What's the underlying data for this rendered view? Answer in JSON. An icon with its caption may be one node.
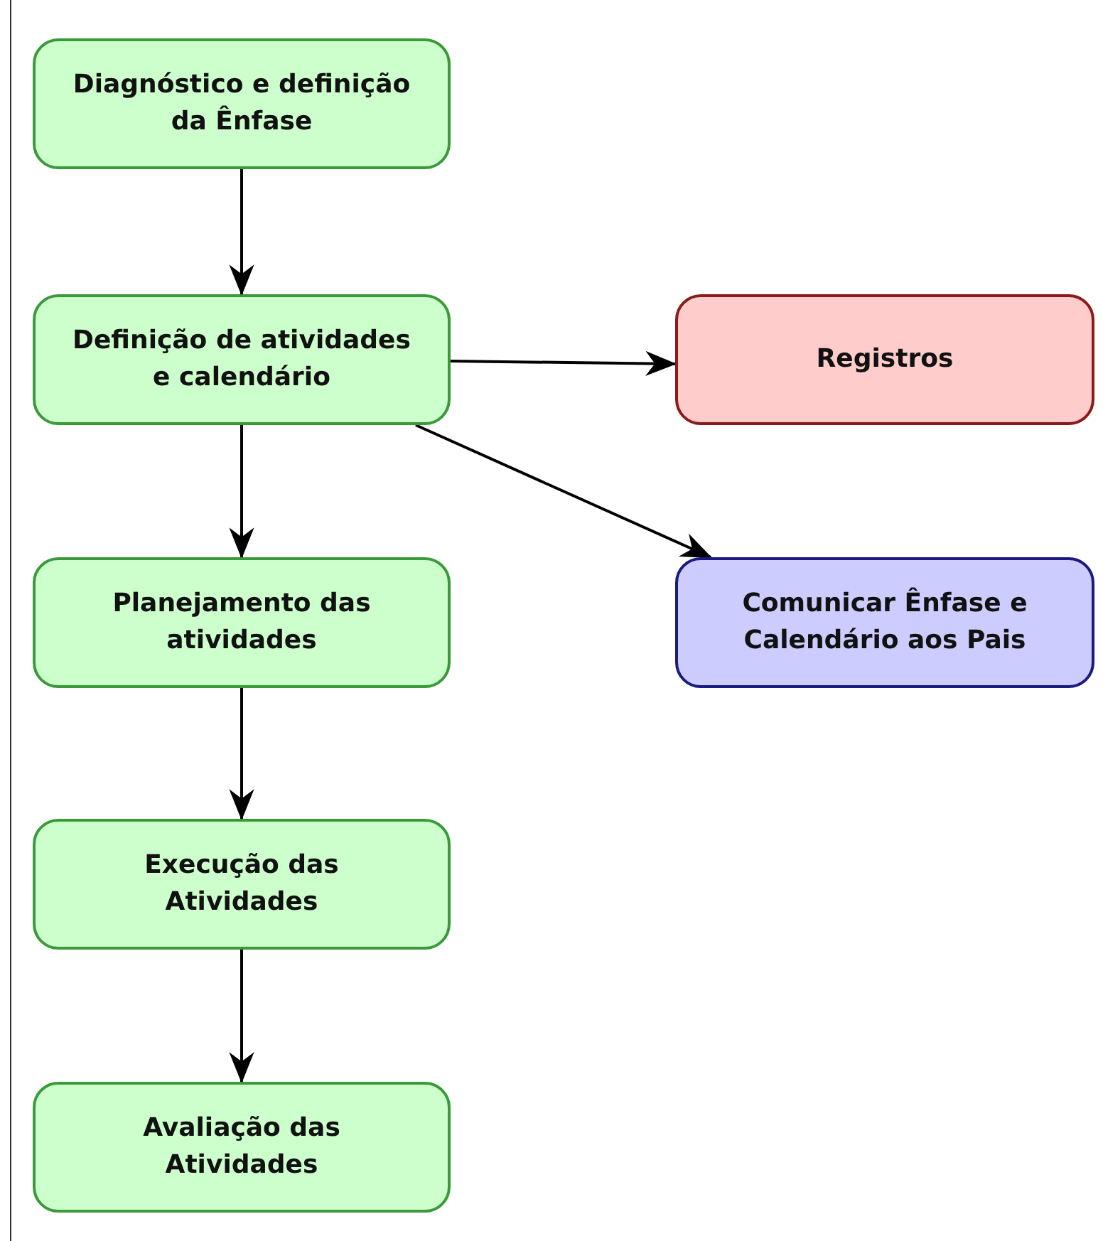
{
  "diagram": {
    "nodes": [
      {
        "text": [
          "Diagnóstico e definição da Ênfase"
        ]
      },
      {
        "text": [
          "Definição de atividades e calendário"
        ]
      },
      {
        "text": [
          "Planejamento das atividades"
        ]
      },
      {
        "text": [
          "Execução das Atividades"
        ]
      },
      {
        "text": [
          "Avaliação das Atividades"
        ]
      },
      {
        "text": [
          "Registros"
        ]
      },
      {
        "text": [
          "Comunicar Ênfase e Calendário aos Pais"
        ]
      }
    ],
    "edges": [
      {
        "from": 0,
        "to": 1,
        "arrow": "to"
      },
      {
        "from": 1,
        "to": 5,
        "arrow": "to"
      },
      {
        "from": 1,
        "to": 2,
        "arrow": "to"
      },
      {
        "from": 1,
        "to": 6,
        "arrow": "to"
      },
      {
        "from": 2,
        "to": 3,
        "arrow": "to"
      },
      {
        "from": 3,
        "to": 4,
        "arrow": "to"
      }
    ]
  }
}
